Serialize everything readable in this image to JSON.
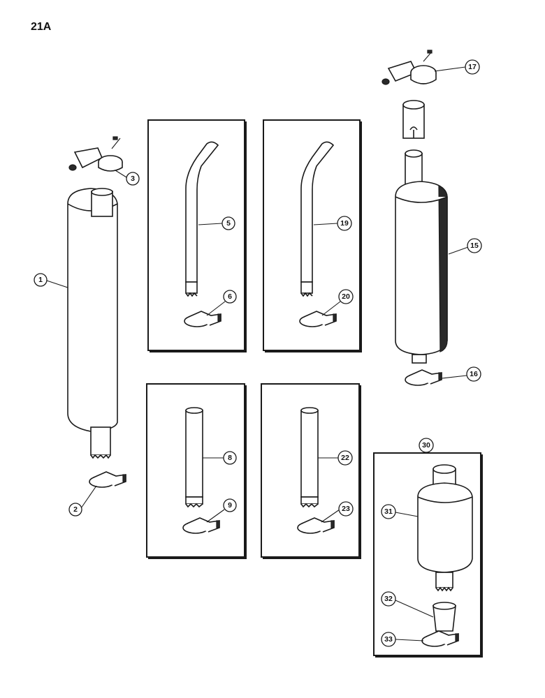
{
  "page_label": "21A",
  "callouts": [
    {
      "id": "c1",
      "label": "1"
    },
    {
      "id": "c2",
      "label": "2"
    },
    {
      "id": "c3",
      "label": "3"
    },
    {
      "id": "c5",
      "label": "5"
    },
    {
      "id": "c6",
      "label": "6"
    },
    {
      "id": "c8",
      "label": "8"
    },
    {
      "id": "c9",
      "label": "9"
    },
    {
      "id": "c15",
      "label": "15"
    },
    {
      "id": "c16",
      "label": "16"
    },
    {
      "id": "c17",
      "label": "17"
    },
    {
      "id": "c19",
      "label": "19"
    },
    {
      "id": "c20",
      "label": "20"
    },
    {
      "id": "c22",
      "label": "22"
    },
    {
      "id": "c23",
      "label": "23"
    },
    {
      "id": "c30",
      "label": "30"
    },
    {
      "id": "c31",
      "label": "31"
    },
    {
      "id": "c32",
      "label": "32"
    },
    {
      "id": "c33",
      "label": "33"
    }
  ]
}
